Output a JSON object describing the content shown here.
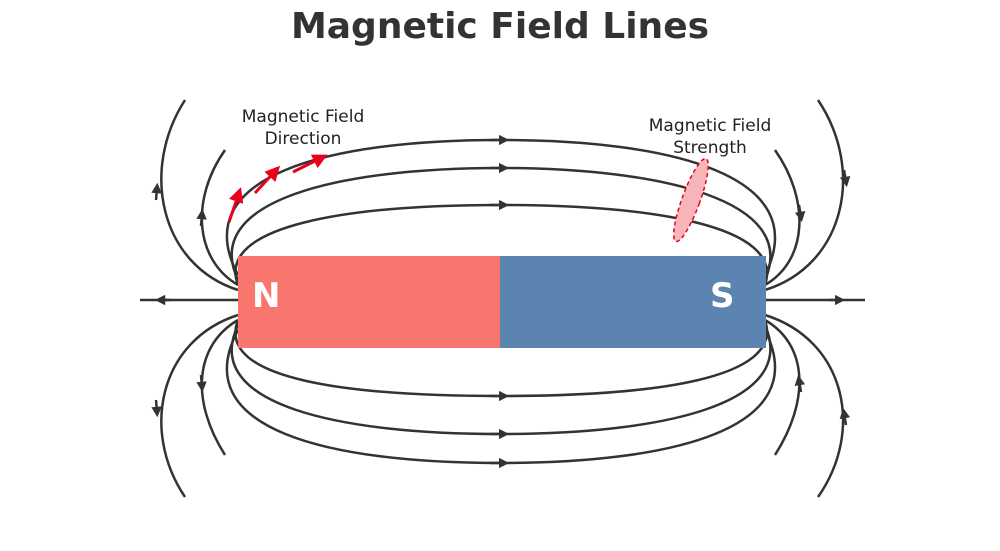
{
  "title": "Magnetic Field Lines",
  "labels": {
    "direction_line1": "Magnetic Field",
    "direction_line2": "Direction",
    "strength_line1": "Magnetic Field",
    "strength_line2": "Strength"
  },
  "magnet": {
    "north_label": "N",
    "south_label": "S",
    "north_color": "#F8766D",
    "south_color": "#5B84B1"
  },
  "colors": {
    "field_line": "#333333",
    "direction_arrows": "#E8001C",
    "strength_highlight": "#F5A3A8"
  }
}
